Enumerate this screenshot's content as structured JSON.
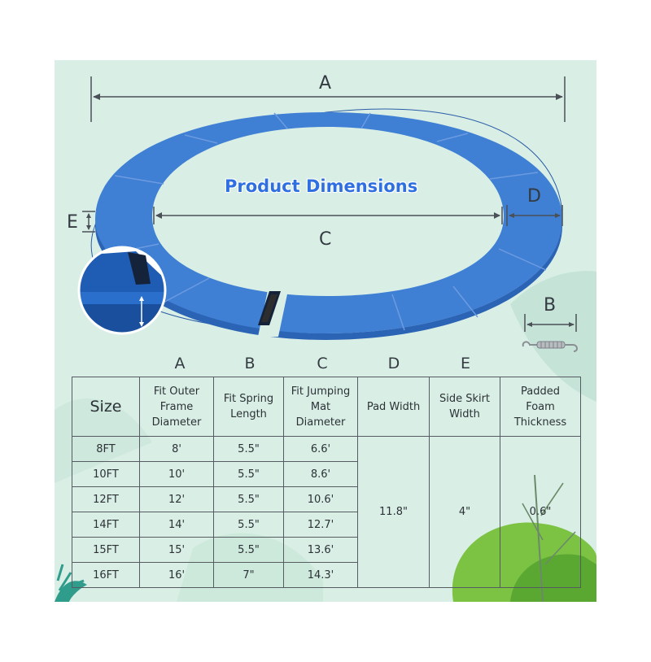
{
  "diagram": {
    "title": "Product Dimensions",
    "labels": {
      "a": "A",
      "b": "B",
      "c": "C",
      "d": "D",
      "e": "E"
    },
    "colors": {
      "pad_blue": "#3f7fd4",
      "pad_blue_dark": "#2b63b5",
      "background": "#d9efe6",
      "title_blue": "#2f6fe0"
    }
  },
  "table": {
    "column_letters": [
      "A",
      "B",
      "C",
      "D",
      "E"
    ],
    "headers": {
      "size": "Size",
      "outer": [
        "Fit Outer",
        "Frame",
        "Diameter"
      ],
      "spring": [
        "Fit Spring",
        "Length"
      ],
      "mat": [
        "Fit Jumping",
        "Mat",
        "Diameter"
      ],
      "pad": [
        "Pad Width"
      ],
      "skirt": [
        "Side Skirt",
        "Width"
      ],
      "foam": [
        "Padded",
        "Foam",
        "Thickness"
      ]
    },
    "rows": [
      {
        "size": "8FT",
        "outer": "8'",
        "spring": "5.5\"",
        "mat": "6.6'"
      },
      {
        "size": "10FT",
        "outer": "10'",
        "spring": "5.5\"",
        "mat": "8.6'"
      },
      {
        "size": "12FT",
        "outer": "12'",
        "spring": "5.5\"",
        "mat": "10.6'"
      },
      {
        "size": "14FT",
        "outer": "14'",
        "spring": "5.5\"",
        "mat": "12.7'"
      },
      {
        "size": "15FT",
        "outer": "15'",
        "spring": "5.5\"",
        "mat": "13.6'"
      },
      {
        "size": "16FT",
        "outer": "16'",
        "spring": "7\"",
        "mat": "14.3'"
      }
    ],
    "shared": {
      "pad_width": "11.8\"",
      "skirt_width": "4\"",
      "foam_thickness": "0.6\""
    }
  }
}
